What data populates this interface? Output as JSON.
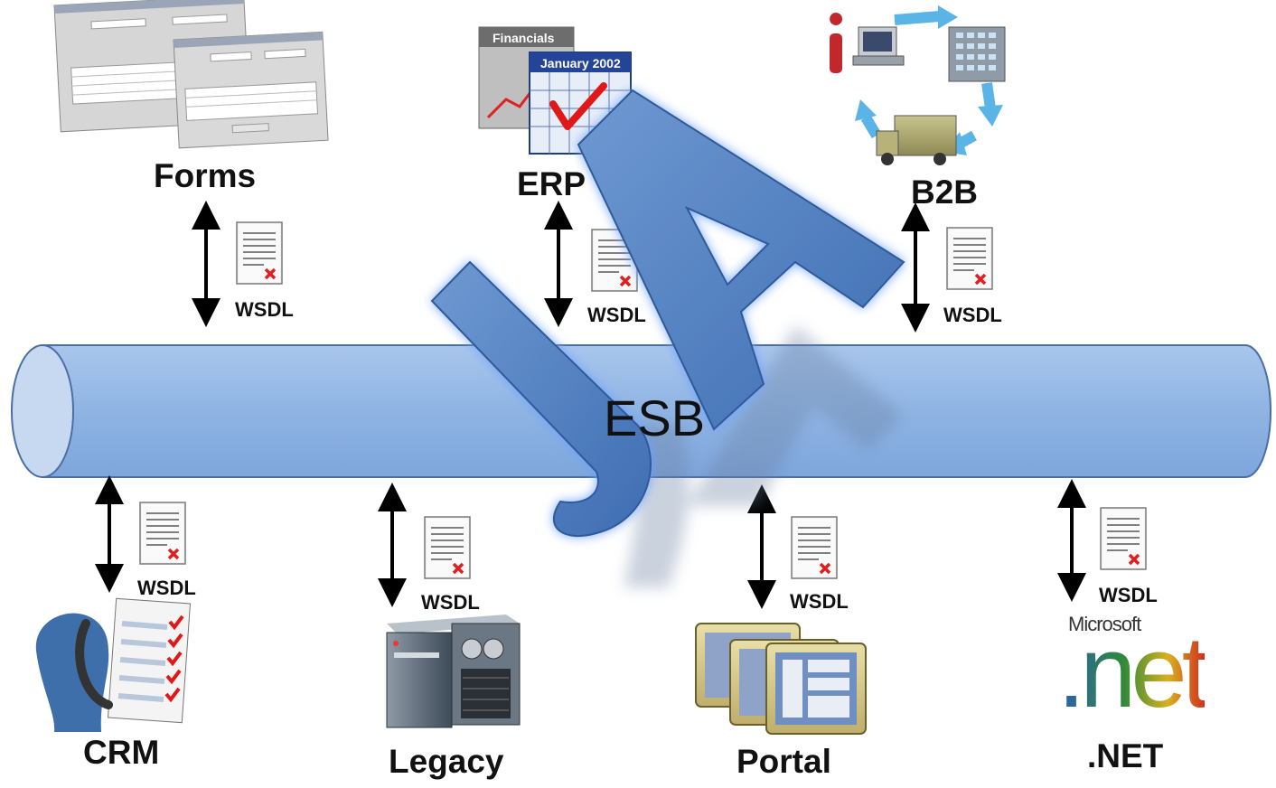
{
  "bus": {
    "label": "ESB"
  },
  "nodes": {
    "forms": {
      "label": "Forms",
      "wsdl": "WSDL"
    },
    "erp": {
      "label": "ERP",
      "wsdl": "WSDL",
      "calendar_title": "Financials",
      "calendar_date": "January 2002"
    },
    "b2b": {
      "label": "B2B",
      "wsdl": "WSDL"
    },
    "crm": {
      "label": "CRM",
      "wsdl": "WSDL"
    },
    "legacy": {
      "label": "Legacy",
      "wsdl": "WSDL"
    },
    "portal": {
      "label": "Portal",
      "wsdl": "WSDL"
    },
    "dotnet": {
      "label": ".NET",
      "wsdl": "WSDL",
      "logo_brand": "Microsoft",
      "logo_mark": ".net"
    }
  },
  "overlay": {
    "text": "JA"
  },
  "colors": {
    "bus_fill": "#8fb4e3",
    "bus_end": "#c6d9f1",
    "bus_stroke": "#4a6fa5",
    "overlay_blue": "#4f7fc0",
    "arrow": "#000000",
    "label": "#111111",
    "wsdl_x": "#e02020"
  },
  "icons": [
    "forms-screenshot-icon",
    "calendar-icon",
    "b2b-cycle-icon",
    "crm-agent-icon",
    "server-icon",
    "portal-windows-icon",
    "dotnet-logo-icon",
    "wsdl-document-icon",
    "bidirectional-arrow-icon"
  ]
}
